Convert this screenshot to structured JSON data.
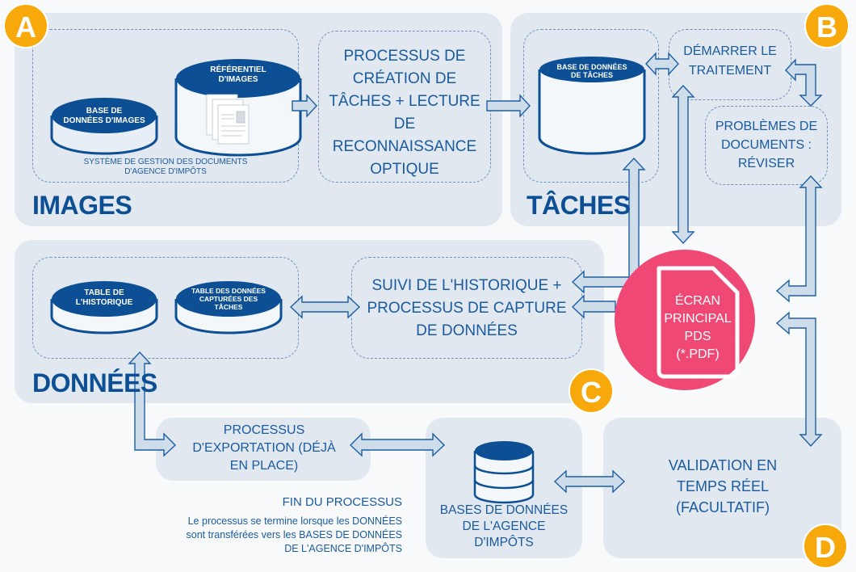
{
  "badges": {
    "a": "A",
    "b": "B",
    "c": "C",
    "d": "D"
  },
  "colors": {
    "panel": "#e1e8f0",
    "primary": "#0c4f94",
    "badge": "#f7a90b",
    "pdf": "#ef4874"
  },
  "images": {
    "title": "IMAGES",
    "db_images": "BASE DE DONNÉES D'IMAGES",
    "db_images_l1": "BASE DE",
    "db_images_l2": "DONNÉES D'IMAGES",
    "repo_l1": "RÉFÉRENTIEL",
    "repo_l2": "D'IMAGES",
    "system_caption_l1": "SYSTÈME DE GESTION DES DOCUMENTS",
    "system_caption_l2": "D'AGENCE D'IMPÔTS",
    "ocr_process": "PROCESSUS DE CRÉATION DE TÂCHES + LECTURE DE RECONNAISSANCE OPTIQUE"
  },
  "tasks": {
    "title": "TÂCHES",
    "db_l1": "BASE DE DONNÉES",
    "db_l2": "DE TÂCHES",
    "start": "DÉMARRER LE TRAITEMENT",
    "review": "PROBLÈMES DE DOCUMENTS : RÉVISER"
  },
  "data": {
    "title": "DONNÉES",
    "history_l1": "TABLE DE",
    "history_l2": "L'HISTORIQUE",
    "captured_l1": "TABLE DES DONNÉES",
    "captured_l2": "CAPTURÉES DES",
    "captured_l3": "TÂCHES",
    "tracking": "SUIVI DE L'HISTORIQUE + PROCESSUS DE CAPTURE DE DONNÉES"
  },
  "pdf": {
    "l1": "ÉCRAN",
    "l2": "PRINCIPAL",
    "l3": "PDS",
    "l4": "(*.PDF)"
  },
  "export": "PROCESSUS D'EXPORTATION (DÉJÀ EN PLACE)",
  "agency_db": "BASES DE DONNÉES DE L'AGENCE D'IMPÔTS",
  "validation": "VALIDATION EN TEMPS RÉEL (FACULTATIF)",
  "end_note": {
    "title": "FIN DU PROCESSUS",
    "l1": "Le processus se termine lorsque les DONNÉES",
    "l2": "sont transférées vers les BASES DE DONNÉES",
    "l3": "DE L'AGENCE D'IMPÔTS"
  }
}
